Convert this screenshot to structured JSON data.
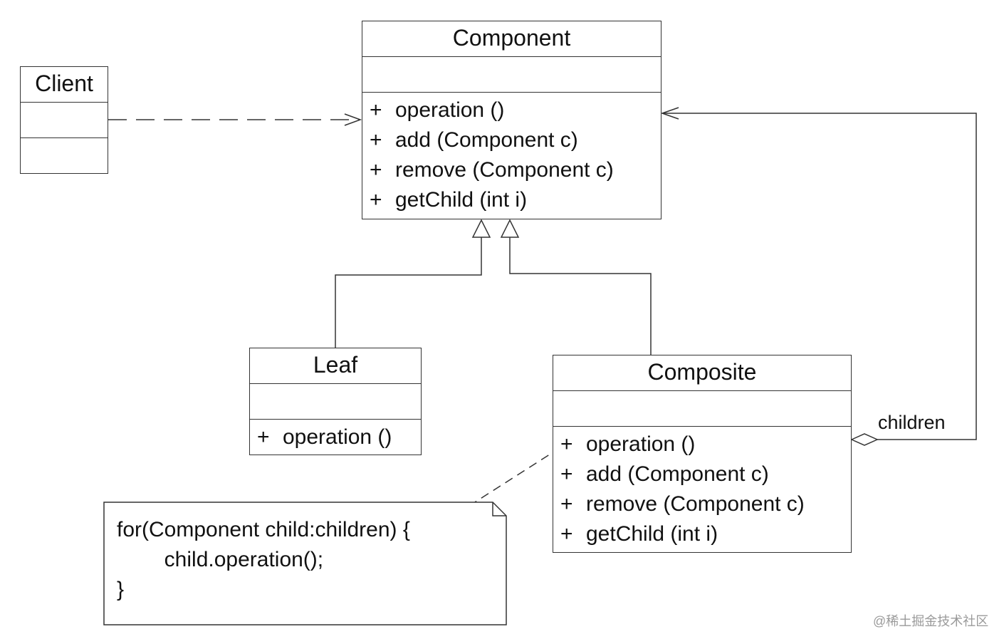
{
  "classes": {
    "client": {
      "name": "Client",
      "operations": []
    },
    "component": {
      "name": "Component",
      "operations": [
        {
          "vis": "+",
          "text": "operation ()"
        },
        {
          "vis": "+",
          "text": "add (Component c)"
        },
        {
          "vis": "+",
          "text": "remove (Component c)"
        },
        {
          "vis": "+",
          "text": "getChild (int i)"
        }
      ]
    },
    "leaf": {
      "name": "Leaf",
      "operations": [
        {
          "vis": "+",
          "text": "operation ()"
        }
      ]
    },
    "composite": {
      "name": "Composite",
      "operations": [
        {
          "vis": "+",
          "text": "operation ()"
        },
        {
          "vis": "+",
          "text": "add (Component c)"
        },
        {
          "vis": "+",
          "text": "remove (Component c)"
        },
        {
          "vis": "+",
          "text": "getChild (int i)"
        }
      ]
    }
  },
  "relations": {
    "children_label": "children"
  },
  "note": {
    "line1": "for(Component child:children) {",
    "line2": "        child.operation();",
    "line3": "}"
  },
  "watermark": "@稀土掘金技术社区"
}
